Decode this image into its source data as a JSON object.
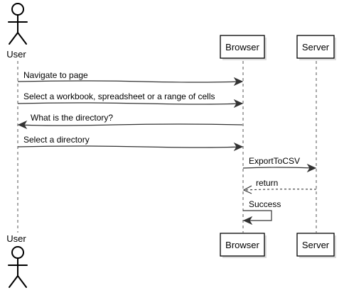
{
  "diagram": {
    "type": "sequence",
    "participants": {
      "user": "User",
      "browser": "Browser",
      "server": "Server"
    },
    "messages": [
      {
        "from": "user",
        "to": "browser",
        "text": "Navigate to page",
        "style": "solid"
      },
      {
        "from": "user",
        "to": "browser",
        "text": "Select a workbook, spreadsheet or a range of cells",
        "style": "solid"
      },
      {
        "from": "browser",
        "to": "user",
        "text": "What is the directory?",
        "style": "solid"
      },
      {
        "from": "user",
        "to": "browser",
        "text": "Select a directory",
        "style": "solid"
      },
      {
        "from": "browser",
        "to": "server",
        "text": "ExportToCSV",
        "style": "solid"
      },
      {
        "from": "server",
        "to": "browser",
        "text": "return",
        "style": "dashed"
      },
      {
        "from": "browser",
        "to": "browser",
        "text": "Success",
        "style": "solid"
      }
    ]
  }
}
